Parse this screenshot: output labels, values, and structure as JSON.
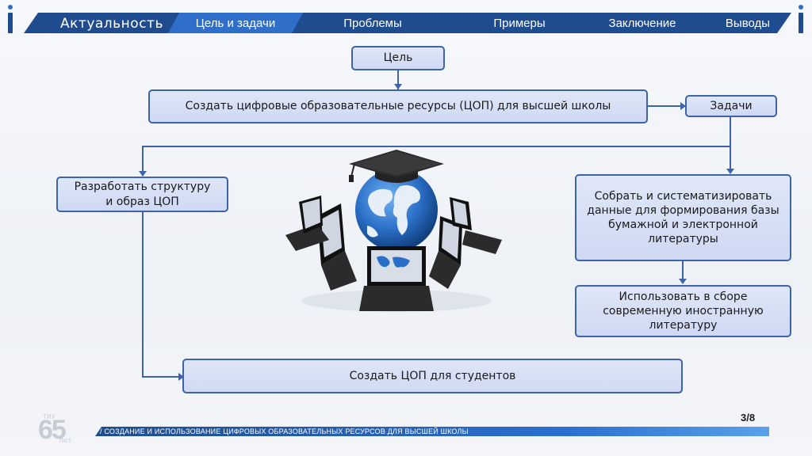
{
  "nav": {
    "tabs": [
      {
        "label": "Актуальность"
      },
      {
        "label": "Цель и задачи"
      },
      {
        "label": "Проблемы"
      },
      {
        "label": "Примеры"
      },
      {
        "label": "Заключение"
      },
      {
        "label": "Выводы"
      }
    ]
  },
  "diagram": {
    "goal_label": "Цель",
    "goal_text": "Создать цифровые образовательные ресурсы (ЦОП) для высшей школы",
    "tasks_label": "Задачи",
    "left_task": "Разработать структуру и образ ЦОП",
    "right_task_1": "Собрать и систематизировать данные для формирования базы бумажной и электронной литературы",
    "right_task_2": "Использовать в сборе современную иностранную литературу",
    "result": "Создать ЦОП для студентов"
  },
  "footer": {
    "title": "/ СОЗДАНИЕ И ИСПОЛЬЗОВАНИЕ ЦИФРОВЫХ ОБРАЗОВАТЕЛЬНЫХ РЕСУРСОВ ДЛЯ ВЫСШЕЙ ШКОЛЫ",
    "page": "3/8",
    "logo_small": "ТИУ",
    "logo_number": "65",
    "logo_suffix": "лет"
  },
  "colors": {
    "nav_bg": "#1f4c8f",
    "nav_highlight": "#2f6fc9",
    "box_border": "#3d63a8",
    "box_fill": "#d6dff5"
  },
  "illustration": {
    "icon": "globe-graduation-cap-laptops-icon"
  }
}
